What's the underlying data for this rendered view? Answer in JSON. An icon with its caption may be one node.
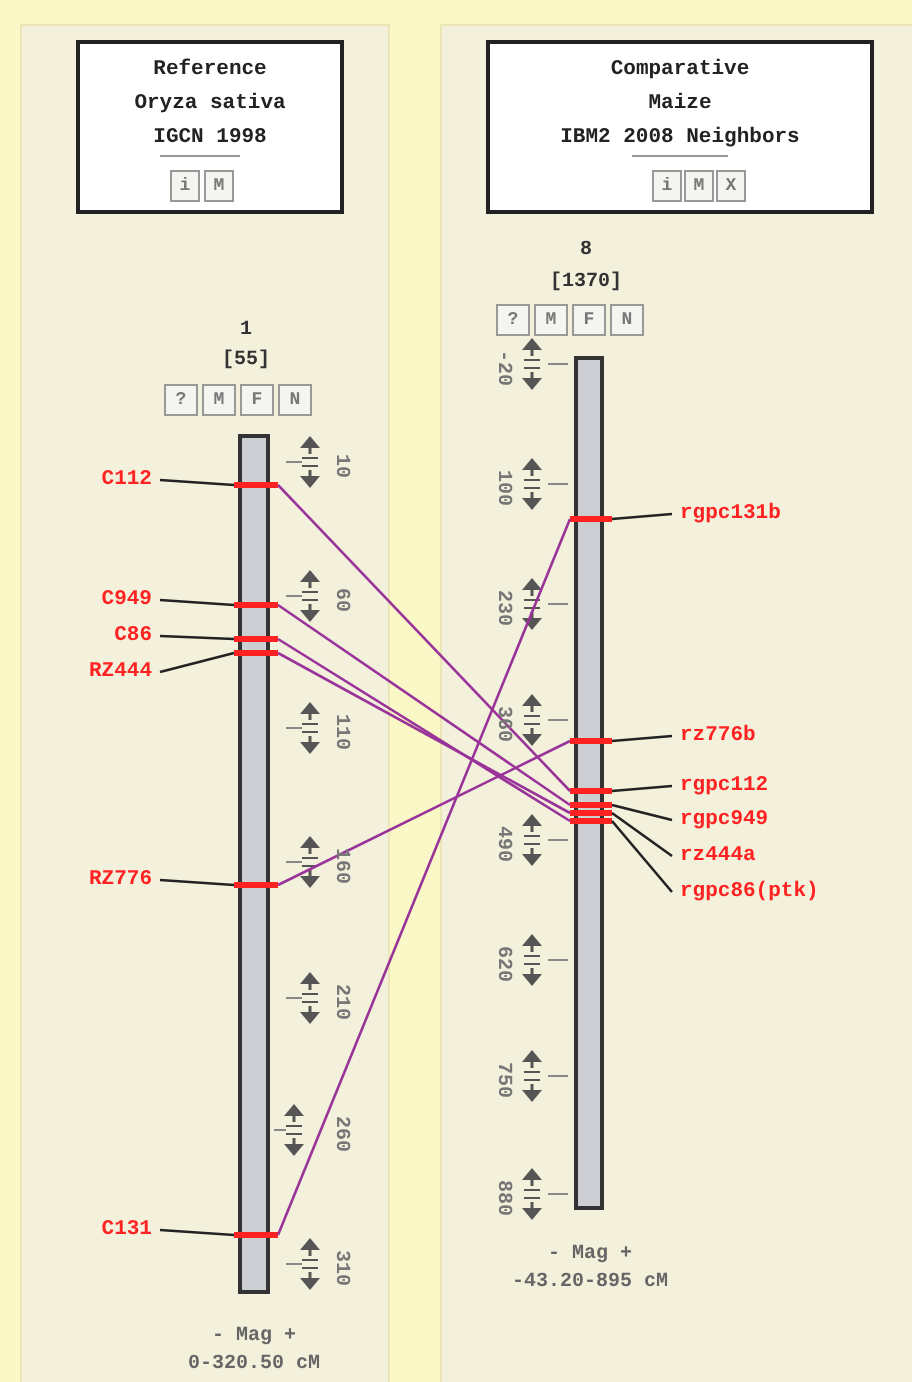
{
  "diagram": {
    "nodes": [
      {
        "text": [
          "Reference",
          "Oryza sativa",
          "IGCN 1998"
        ]
      },
      {
        "text": [
          "Comparative",
          "Maize",
          "IBM2 2008 Neighbors"
        ]
      },
      {
        "text": [],
        "shape": "bar"
      },
      {
        "text": [],
        "shape": "bar"
      },
      {
        "text": [],
        "shape": "bar",
        "in": 2
      },
      {
        "text": [],
        "shape": "bar",
        "in": 2
      },
      {
        "text": [],
        "shape": "bar",
        "in": 2
      },
      {
        "text": [],
        "shape": "bar",
        "in": 2
      },
      {
        "text": [],
        "shape": "bar",
        "in": 2
      },
      {
        "text": [],
        "shape": "bar",
        "in": 2
      },
      {
        "text": [],
        "shape": "bar",
        "in": 3
      },
      {
        "text": [],
        "shape": "bar",
        "in": 3
      },
      {
        "text": [],
        "shape": "bar",
        "in": 3
      },
      {
        "text": [],
        "shape": "bar",
        "in": 3
      },
      {
        "text": [],
        "shape": "bar",
        "in": 3
      },
      {
        "text": [],
        "shape": "bar",
        "in": 3
      },
      {
        "text": [
          "C112"
        ]
      },
      {
        "text": [
          "C949"
        ]
      },
      {
        "text": [
          "C86"
        ]
      },
      {
        "text": [
          "RZ444"
        ]
      },
      {
        "text": [
          "RZ776"
        ]
      },
      {
        "text": [
          "C131"
        ]
      },
      {
        "text": [
          "rgpc131b"
        ]
      },
      {
        "text": [
          "rz776b"
        ]
      },
      {
        "text": [
          "rgpc112"
        ]
      },
      {
        "text": [
          "rgpc949"
        ]
      },
      {
        "text": [
          "rz444a"
        ]
      },
      {
        "text": [
          "rgpc86(ptk)"
        ]
      }
    ],
    "edges": [
      {
        "from": 16,
        "to": 4,
        "arrow": "none"
      },
      {
        "from": 17,
        "to": 5,
        "arrow": "none"
      },
      {
        "from": 18,
        "to": 6,
        "arrow": "none"
      },
      {
        "from": 19,
        "to": 7,
        "arrow": "none"
      },
      {
        "from": 20,
        "to": 8,
        "arrow": "none"
      },
      {
        "from": 21,
        "to": 9,
        "arrow": "none"
      },
      {
        "from": 22,
        "to": 10,
        "arrow": "none"
      },
      {
        "from": 23,
        "to": 11,
        "arrow": "none"
      },
      {
        "from": 24,
        "to": 12,
        "arrow": "none"
      },
      {
        "from": 25,
        "to": 13,
        "arrow": "none"
      },
      {
        "from": 26,
        "to": 14,
        "arrow": "none"
      },
      {
        "from": 27,
        "to": 15,
        "arrow": "none"
      },
      {
        "from": 4,
        "to": 12,
        "arrow": "none",
        "color": "#993399"
      },
      {
        "from": 5,
        "to": 13,
        "arrow": "none",
        "color": "#993399"
      },
      {
        "from": 6,
        "to": 15,
        "arrow": "none",
        "color": "#993399"
      },
      {
        "from": 7,
        "to": 14,
        "arrow": "none",
        "color": "#993399"
      },
      {
        "from": 8,
        "to": 11,
        "arrow": "none",
        "color": "#993399"
      },
      {
        "from": 9,
        "to": 10,
        "arrow": "none",
        "color": "#993399"
      }
    ],
    "labels": [
      "i",
      "M",
      "i",
      "M",
      "X",
      "?",
      "M",
      "F",
      "N",
      "?",
      "M",
      "F",
      "N",
      "10",
      "60",
      "110",
      "160",
      "210",
      "260",
      "310",
      "-20",
      "100",
      "230",
      "360",
      "490",
      "620",
      "750",
      "880",
      "1",
      "[55]",
      "- Mag +",
      "0-320.50 cM",
      "8",
      "[1370]",
      "- Mag +",
      "-43.20-895 cM"
    ]
  }
}
